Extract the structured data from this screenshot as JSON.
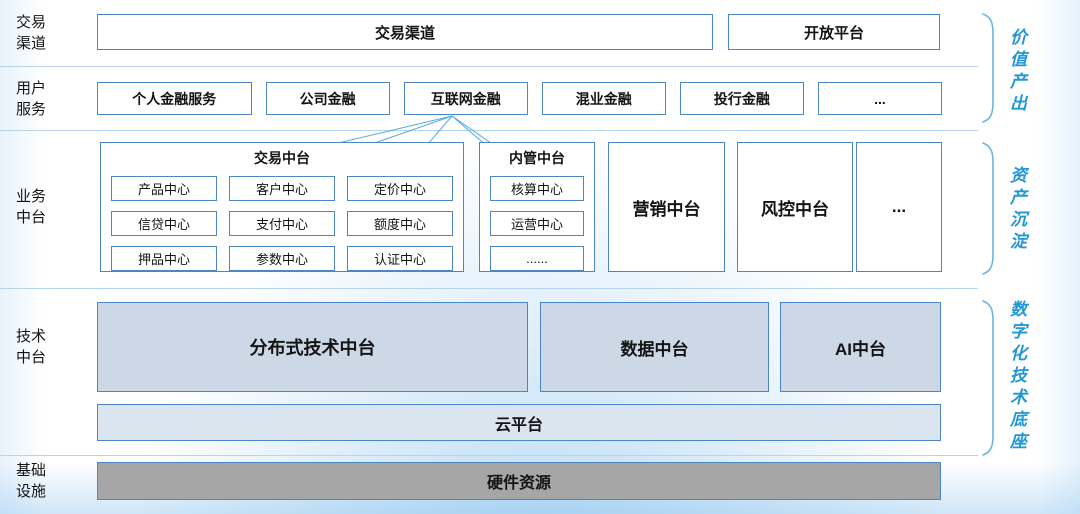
{
  "colors": {
    "border-blue": "#4a86c8",
    "line-blue": "#b7d4ee",
    "connector-blue": "#58a9de",
    "fill-tech": "#ccd8e6",
    "fill-cloud": "#dbe5ef",
    "fill-hardware": "#a6a6a6",
    "annot-blue": "#2198d5"
  },
  "left_labels": [
    "交易渠道",
    "用户服务",
    "业务中台",
    "技术中台",
    "基础设施"
  ],
  "row_channel": {
    "trade_channel": "交易渠道",
    "open_platform": "开放平台"
  },
  "row_services": {
    "items": [
      "个人金融服务",
      "公司金融",
      "互联网金融",
      "混业金融",
      "投行金融",
      "..."
    ]
  },
  "row_business": {
    "trade_group": {
      "title": "交易中台",
      "cells": [
        "产品中心",
        "客户中心",
        "定价中心",
        "信贷中心",
        "支付中心",
        "额度中心",
        "押品中心",
        "参数中心",
        "认证中心"
      ]
    },
    "internal_group": {
      "title": "内管中台",
      "cells": [
        "核算中心",
        "运营中心",
        "......"
      ]
    },
    "marketing": "营销中台",
    "risk": "风控中台",
    "more": "..."
  },
  "row_tech": {
    "distributed": "分布式技术中台",
    "data_platform": "数据中台",
    "ai_platform": "AI中台",
    "cloud": "云平台"
  },
  "row_infra": {
    "hardware": "硬件资源"
  },
  "annotations": [
    "价值产出",
    "资产沉淀",
    "数字化技术底座"
  ]
}
